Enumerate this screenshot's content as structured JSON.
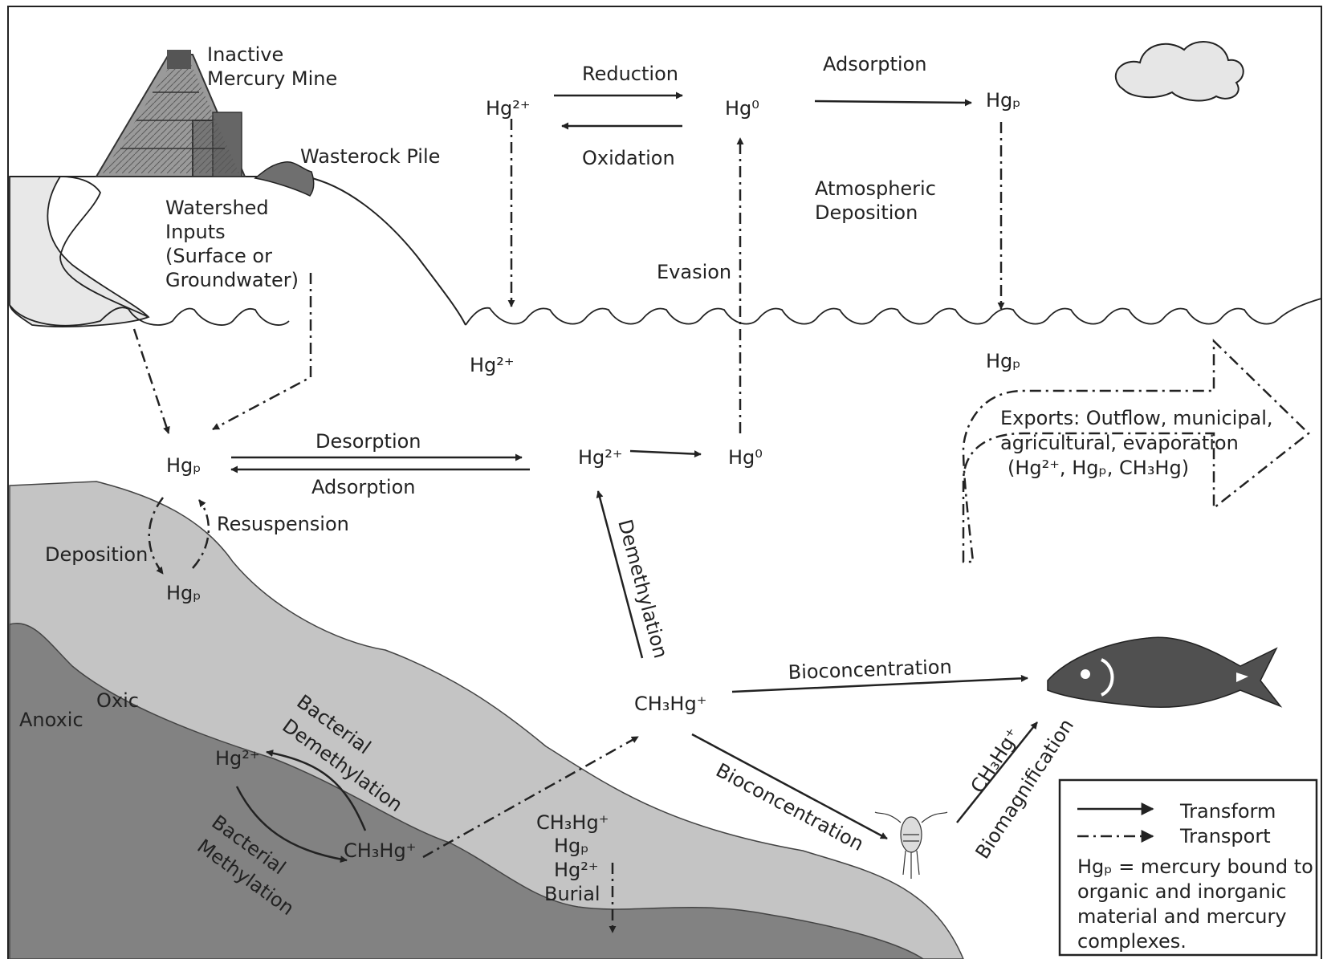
{
  "colors": {
    "ink": "#222222",
    "oxic_sediment": "#c4c4c4",
    "anoxic_sediment": "#828282",
    "fish": "#505050",
    "cloud": "#e6e6e6",
    "water_shore": "#e8e8e8"
  },
  "icons": [
    "mine-headframe-icon",
    "wasterock-pile-icon",
    "cloud-icon",
    "fish-icon",
    "zooplankton-icon"
  ],
  "labels": {
    "mine_line1": "Inactive",
    "mine_line2": "Mercury Mine",
    "wasterock": "Wasterock Pile",
    "watershed_1": "Watershed",
    "watershed_2": "Inputs",
    "watershed_3": "(Surface or",
    "watershed_4": "Groundwater)",
    "reduction": "Reduction",
    "oxidation": "Oxidation",
    "adsorption_air": "Adsorption",
    "atm_dep_1": "Atmospheric",
    "atm_dep_2": "Deposition",
    "evasion": "Evasion",
    "desorption": "Desorption",
    "adsorption_water": "Adsorption",
    "resuspension": "Resuspension",
    "deposition": "Deposition",
    "demethylation": "Demethylation",
    "bioconc_fish": "Bioconcentration",
    "bioconc_plankton": "Bioconcentration",
    "biomagnification": "Biomagnification",
    "oxic": "Oxic",
    "anoxic": "Anoxic",
    "bact_demeth_1": "Bacterial",
    "bact_demeth_2": "Demethylation",
    "bact_meth_1": "Bacterial",
    "bact_meth_2": "Methylation",
    "burial": "Burial",
    "exports_1": "Exports:  Outflow, municipal,",
    "exports_2": "agricultural, evaporation",
    "exports_3": "(Hg²⁺, Hgₚ, CH₃Hg)"
  },
  "species": {
    "hg2_air": "Hg²⁺",
    "hg0_air": "Hg⁰",
    "hgp_air": "Hgₚ",
    "hg2_surface": "Hg²⁺",
    "hgp_surface": "Hgₚ",
    "hgp_water": "Hgₚ",
    "hg2_water": "Hg²⁺",
    "hg0_water": "Hg⁰",
    "hgp_sediment": "Hgₚ",
    "ch3hg_water": "CH₃Hg⁺",
    "hg2_sediment": "Hg²⁺",
    "ch3hg_sediment": "CH₃Hg⁺",
    "burial_ch3hg": "CH₃Hg⁺",
    "burial_hgp": "Hgₚ",
    "burial_hg2": "Hg²⁺",
    "ch3hg_food": "CH₃Hg⁺"
  },
  "legend": {
    "transform": "Transform",
    "transport": "Transport",
    "note_1": "Hgₚ = mercury bound to",
    "note_2": "organic and inorganic",
    "note_3": "material and mercury",
    "note_4": "complexes."
  }
}
